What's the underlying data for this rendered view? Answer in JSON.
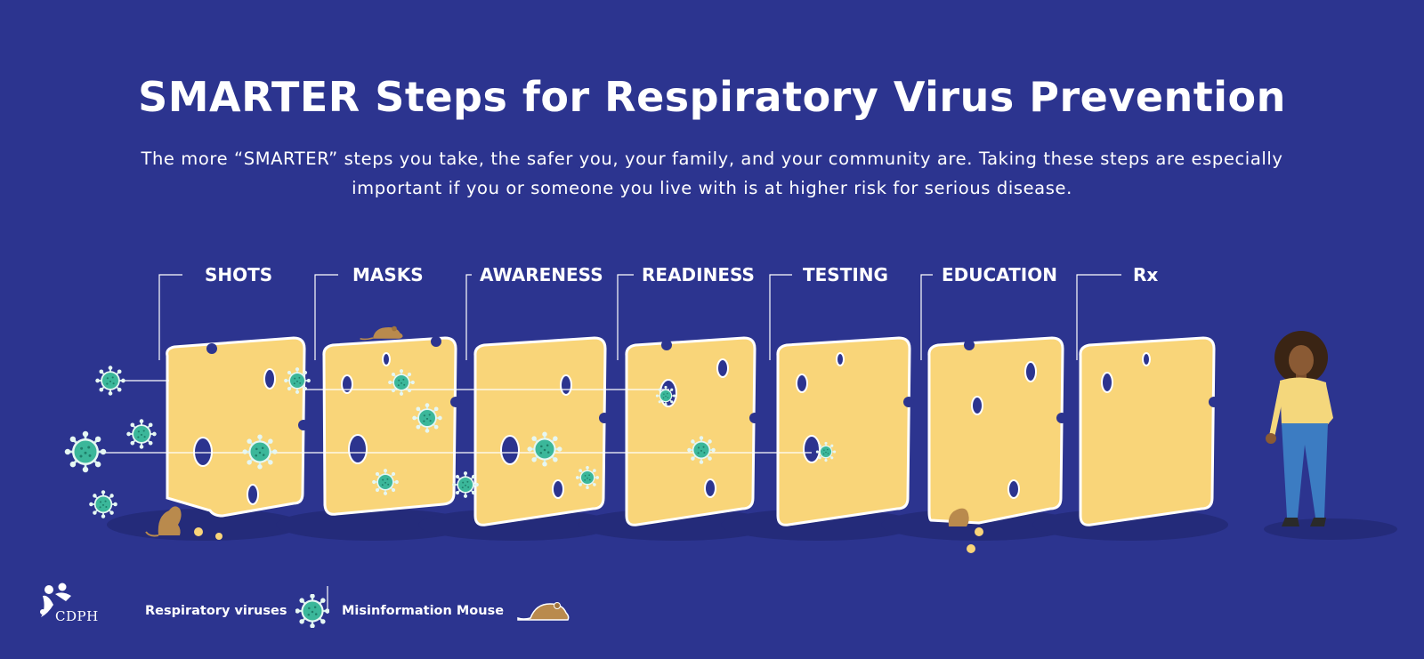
{
  "header": {
    "title": "SMARTER Steps for Respiratory Virus Prevention",
    "subtitle": "The more “SMARTER” steps you take, the safer you, your family, and your community are. Taking these steps are especially important if you or someone you live with is at higher risk for serious disease."
  },
  "steps": [
    {
      "label": "SHOTS"
    },
    {
      "label": "MASKS"
    },
    {
      "label": "AWARENESS"
    },
    {
      "label": "READINESS"
    },
    {
      "label": "TESTING"
    },
    {
      "label": "EDUCATION"
    },
    {
      "label": "Rx"
    }
  ],
  "legend": {
    "viruses_label": "Respiratory viruses",
    "mouse_label": "Misinformation Mouse"
  },
  "logo": {
    "text": "CDPH"
  },
  "icons": [
    "virus-icon",
    "mouse-icon",
    "person-figure",
    "cdph-logo"
  ],
  "colors": {
    "background": "#2c348f",
    "cheese": "#f9d579",
    "cheese_outline": "#ffffff",
    "virus": "#3bb79a",
    "mouse": "#b98a4d",
    "shadow": "#222a75"
  }
}
